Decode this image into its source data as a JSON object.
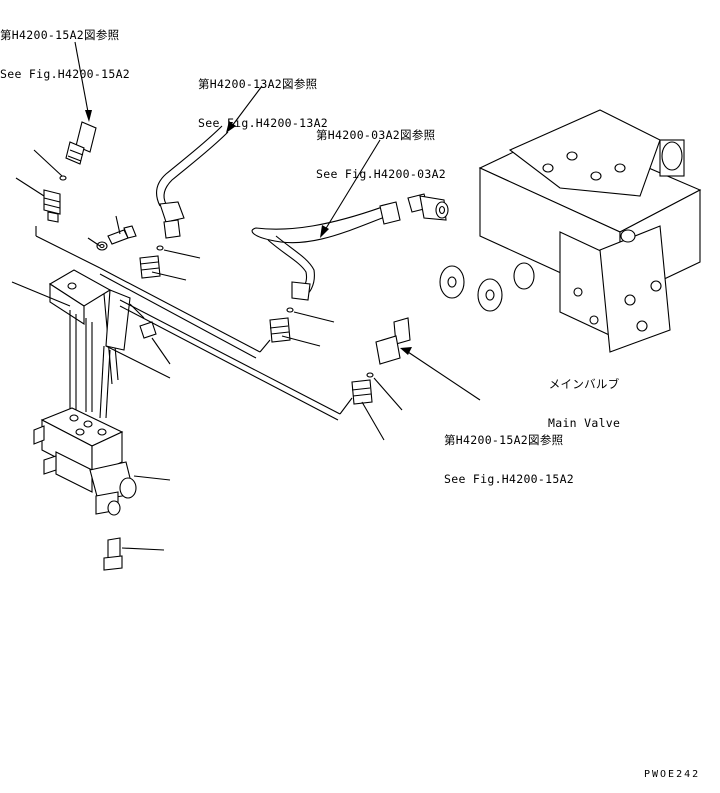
{
  "references": {
    "ref_top_left": {
      "jp": "第H4200-15A2図参照",
      "en": "See Fig.H4200-15A2"
    },
    "ref_top_mid": {
      "jp": "第H4200-13A2図参照",
      "en": "See Fig.H4200-13A2"
    },
    "ref_mid": {
      "jp": "第H4200-03A2図参照",
      "en": "See Fig.H4200-03A2"
    },
    "ref_bottom_right": {
      "jp": "第H4200-15A2図参照",
      "en": "See Fig.H4200-15A2"
    }
  },
  "main_valve": {
    "jp": "メインバルブ",
    "en": "Main Valve"
  },
  "drawing_code": "PWOE242"
}
